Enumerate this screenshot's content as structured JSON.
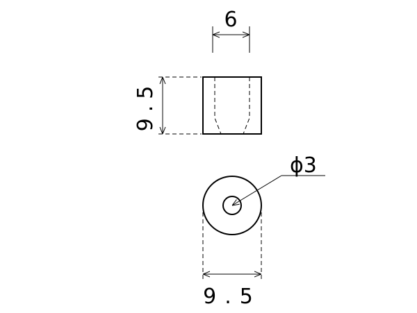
{
  "drawing": {
    "top_width_label": "6",
    "side_height_label": "9.5",
    "diameter_label": "ϕ3",
    "bottom_width_label": "9.5"
  }
}
